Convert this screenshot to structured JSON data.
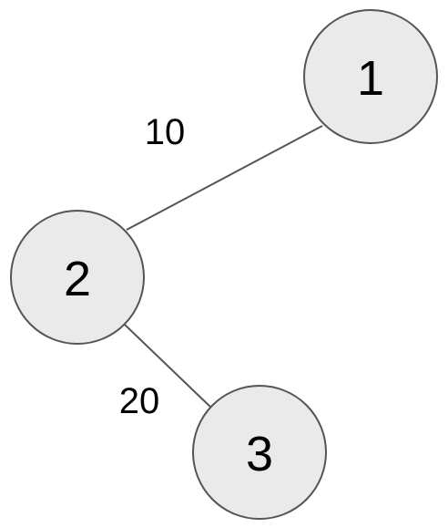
{
  "diagram": {
    "nodes": [
      {
        "id": "1",
        "label": "1"
      },
      {
        "id": "2",
        "label": "2"
      },
      {
        "id": "3",
        "label": "3"
      }
    ],
    "edges": [
      {
        "from": "1",
        "to": "2",
        "weight": "10"
      },
      {
        "from": "2",
        "to": "3",
        "weight": "20"
      }
    ],
    "colors": {
      "node_fill": "#eaeaea",
      "node_stroke": "#555555",
      "edge_stroke": "#555555",
      "text": "#000000"
    }
  }
}
